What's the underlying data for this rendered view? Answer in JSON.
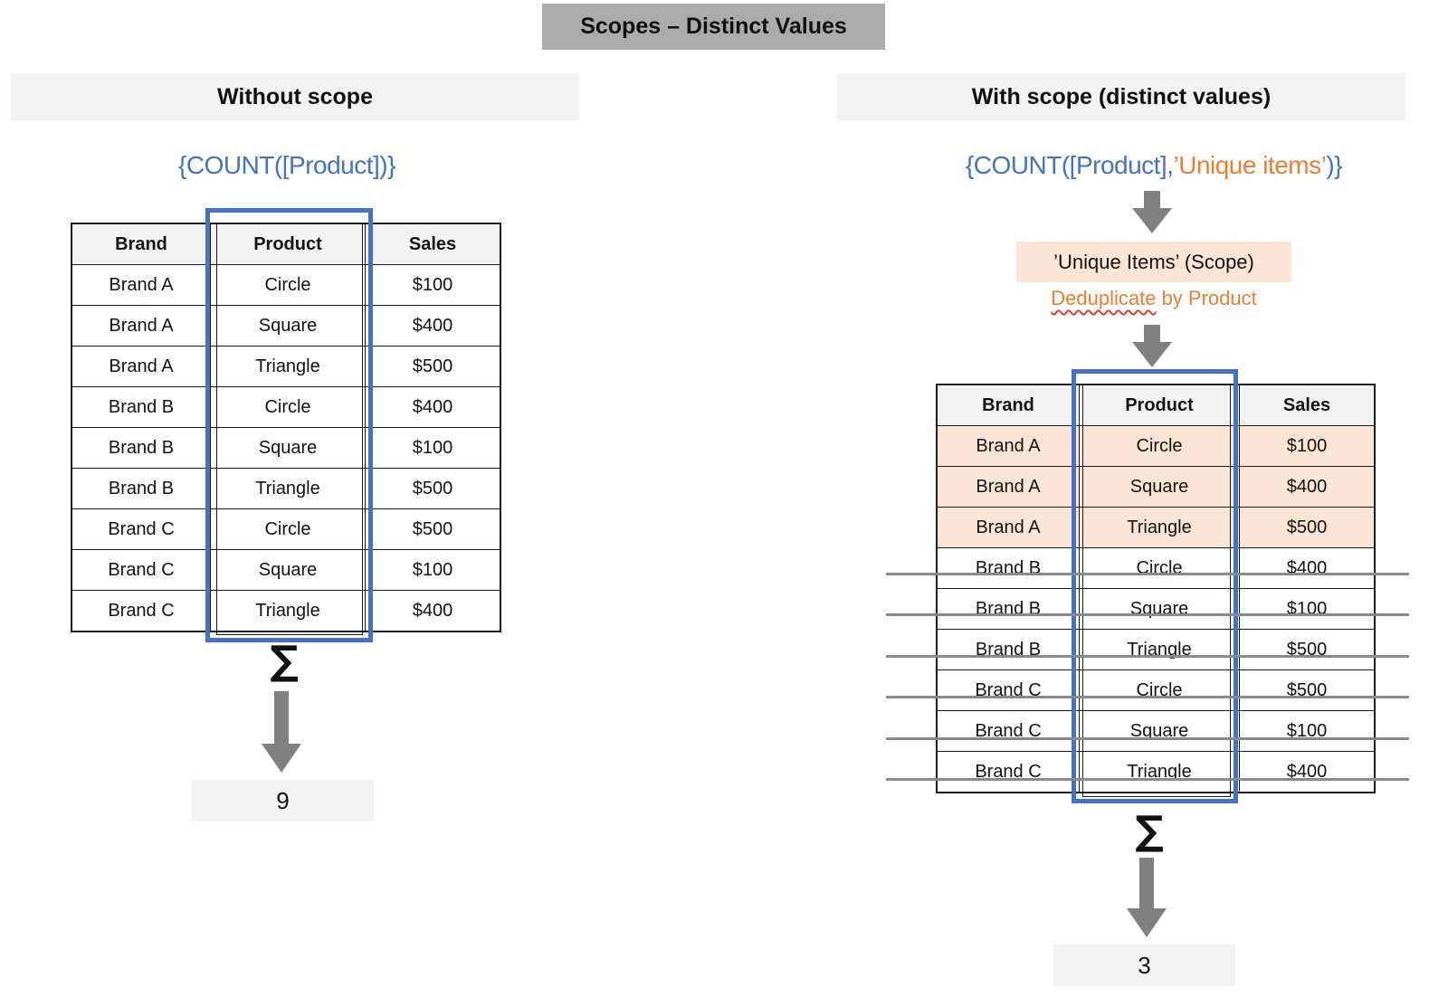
{
  "title": "Scopes – Distinct Values",
  "colors": {
    "accent_blue": "#4472C4",
    "accent_orange": "#ED7D31",
    "peach": "#FBE5D6",
    "panel_gray": "#F2F2F2",
    "title_gray": "#ABABAB",
    "arrow_gray": "#808080",
    "strike_gray": "#8a8a8a"
  },
  "left": {
    "heading": "Without scope",
    "formula": "{COUNT([Product])}",
    "table": {
      "headers": [
        "Brand",
        "Product",
        "Sales"
      ],
      "rows": [
        [
          "Brand A",
          "Circle",
          "$100"
        ],
        [
          "Brand A",
          "Square",
          "$400"
        ],
        [
          "Brand A",
          "Triangle",
          "$500"
        ],
        [
          "Brand B",
          "Circle",
          "$400"
        ],
        [
          "Brand B",
          "Square",
          "$100"
        ],
        [
          "Brand B",
          "Triangle",
          "$500"
        ],
        [
          "Brand C",
          "Circle",
          "$500"
        ],
        [
          "Brand C",
          "Square",
          "$100"
        ],
        [
          "Brand C",
          "Triangle",
          "$400"
        ]
      ]
    },
    "sum_symbol": "∑",
    "result": "9"
  },
  "right": {
    "heading": "With scope (distinct values)",
    "formula": {
      "blue_prefix": "{COUNT([Product],",
      "orange_scope": "’Unique items’",
      "blue_suffix": ")}"
    },
    "scope_box_label": "’Unique Items’ (Scope)",
    "scope_note": {
      "underlined_word": "Deduplicate",
      "rest": " by Product"
    },
    "table": {
      "headers": [
        "Brand",
        "Product",
        "Sales"
      ],
      "highlighted_rows": 3,
      "rows": [
        [
          "Brand A",
          "Circle",
          "$100"
        ],
        [
          "Brand A",
          "Square",
          "$400"
        ],
        [
          "Brand A",
          "Triangle",
          "$500"
        ],
        [
          "Brand B",
          "Circle",
          "$400"
        ],
        [
          "Brand B",
          "Square",
          "$100"
        ],
        [
          "Brand B",
          "Triangle",
          "$500"
        ],
        [
          "Brand C",
          "Circle",
          "$500"
        ],
        [
          "Brand C",
          "Square",
          "$100"
        ],
        [
          "Brand C",
          "Triangle",
          "$400"
        ]
      ]
    },
    "sum_symbol": "∑",
    "result": "3"
  }
}
